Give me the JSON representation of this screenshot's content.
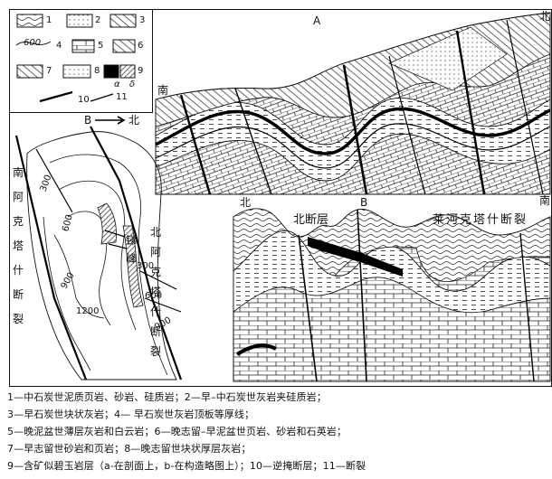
{
  "labels": {
    "sectionA": "A",
    "north_top": "北",
    "south_a": "南",
    "b_north": "B",
    "arrow_north": "北",
    "north_b": "北",
    "north_fault": "北断层",
    "section_b": "B",
    "laihe_fault": "莱河克塔什断裂",
    "south_b": "南",
    "south_akta_fault": "南阿克塔什断裂",
    "north_akta_fault": "北阿克塔什断裂",
    "ti_feng": "锑峰"
  },
  "contours": [
    "300",
    "600",
    "900",
    "1200",
    "300",
    "600",
    "900"
  ],
  "legend": {
    "items": [
      "1",
      "2",
      "3",
      "4",
      "5",
      "6",
      "7",
      "8",
      "9",
      "10",
      "11"
    ],
    "contour_value": "600",
    "sub_a": "α",
    "sub_b": "δ"
  },
  "caption": [
    "1—中石炭世泥质页岩、砂岩、硅质岩；2—早–中石炭世灰岩夹硅质岩；",
    "3—早石炭世块状灰岩；4— 早石炭世灰岩顶板等厚线；",
    "5—晚泥盆世薄层灰岩和白云岩；6—晚志留–早泥盆世页岩、砂岩和石英岩；",
    "7—早志留世砂岩和页岩；8—晚志留世块状厚层灰岩；",
    "9—含矿似碧玉岩层（a-在剖面上，b-在构造略图上）；10—逆掩断层；11—断裂"
  ]
}
